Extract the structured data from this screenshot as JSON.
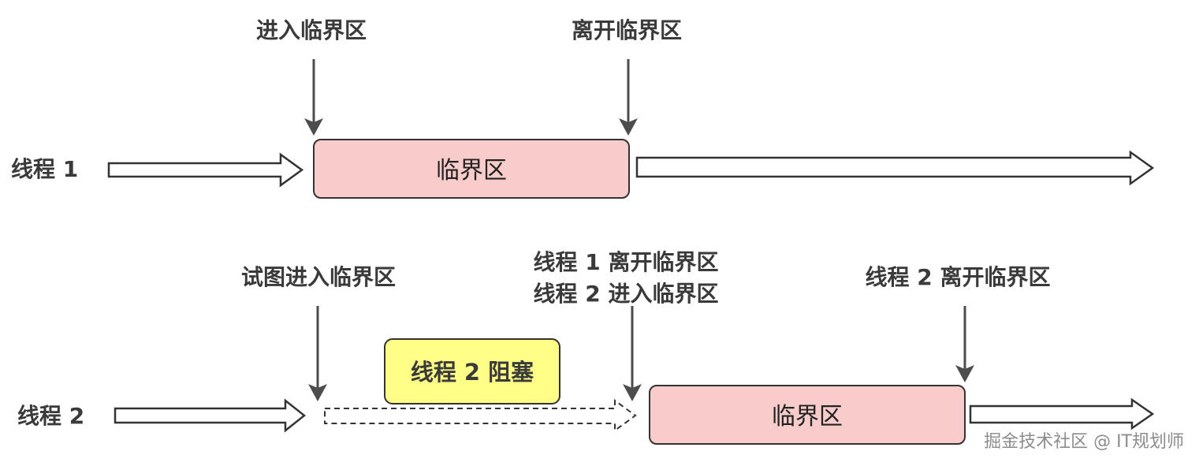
{
  "colors": {
    "critical_fill": "#f9cccc",
    "blocked_fill": "#ffff88",
    "stroke": "#333333",
    "pointer": "#4d4d4d",
    "text": "#3a3a3a"
  },
  "thread1": {
    "label": "线程 1",
    "enter_label": "进入临界区",
    "leave_label": "离开临界区",
    "critical_label": "临界区"
  },
  "thread2": {
    "label": "线程 2",
    "try_enter_label": "试图进入临界区",
    "handoff_line1": "线程 1 离开临界区",
    "handoff_line2": "线程 2 进入临界区",
    "leave_label": "线程 2 离开临界区",
    "blocked_label": "线程 2 阻塞",
    "critical_label": "临界区"
  },
  "watermark": "掘金技术社区 @ IT规划师"
}
